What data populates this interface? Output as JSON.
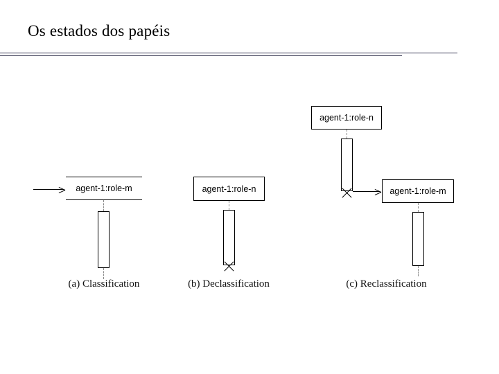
{
  "slide": {
    "title": "Os estados dos papéis",
    "rule_color": "#3a3a55",
    "background": "#ffffff"
  },
  "diagram": {
    "stroke_color": "#000000",
    "lifeline_color": "#8a8a8a",
    "panels": [
      {
        "id": "a",
        "caption": "(a) Classification",
        "head_label": "agent-1:role-m",
        "head_style": "open",
        "terminated": false,
        "incoming_arrow": true
      },
      {
        "id": "b",
        "caption": "(b) Declassification",
        "head_label": "agent-1:role-n",
        "head_style": "boxed",
        "terminated": true,
        "incoming_arrow": false
      },
      {
        "id": "c",
        "caption": "(c) Reclassification",
        "head_label_source": "agent-1:role-n",
        "head_label_target": "agent-1:role-m",
        "head_style": "boxed",
        "source_terminated": true,
        "target_terminated": false,
        "transition_arrow": true
      }
    ]
  }
}
